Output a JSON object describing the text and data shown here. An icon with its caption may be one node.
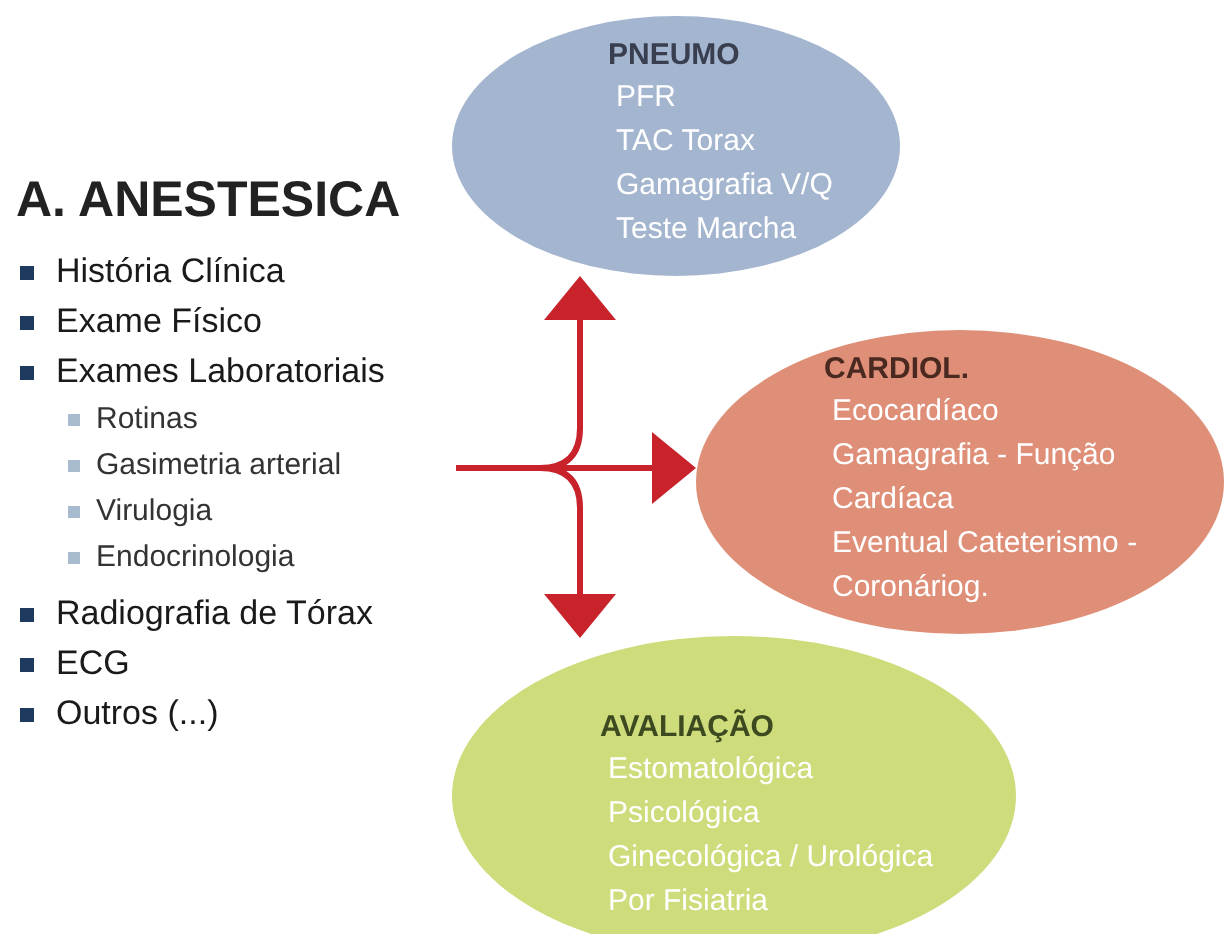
{
  "diagram": {
    "nodes": [
      {
        "text": [
          "A. ANESTESICA",
          "História Clínica",
          "Exame Físico",
          "Exames Laboratoriais",
          "Rotinas",
          "Gasimetria arterial",
          "Virulogia",
          "Endocrinologia",
          "Radiografia de Tórax",
          "ECG",
          "Outros (...)"
        ]
      },
      {
        "text": [
          "PNEUMO",
          "PFR",
          "TAC Torax",
          "Gamagrafia V/Q",
          "Teste Marcha"
        ]
      },
      {
        "text": [
          "CARDIOL.",
          "Ecocardíaco",
          "Gamagrafia - Função Cardíaca",
          "Eventual Cateterismo - Coronáriog."
        ]
      },
      {
        "text": [
          "AVALIAÇÃO",
          "Estomatológica",
          "Psicológica",
          "Ginecológica / Urológica",
          "Por Fisiatria"
        ]
      }
    ],
    "edges": [
      {
        "from": 0,
        "to": 1,
        "arrow": "to"
      },
      {
        "from": 0,
        "to": 2,
        "arrow": "to"
      },
      {
        "from": 0,
        "to": 3,
        "arrow": "to"
      }
    ]
  }
}
